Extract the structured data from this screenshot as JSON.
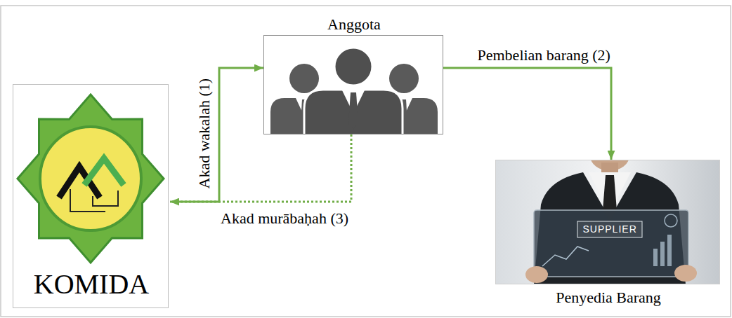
{
  "diagram": {
    "nodes": [
      {
        "text": [
          "KOMIDA"
        ]
      },
      {
        "text": [
          "Anggota"
        ]
      },
      {
        "text": [
          "Penyedia Barang"
        ]
      }
    ],
    "edges": [
      {
        "from": 0,
        "to": 1,
        "arrow": "to",
        "label": "Akad wakalah (1)"
      },
      {
        "from": 1,
        "to": 2,
        "arrow": "to",
        "label": "Pembelian barang (2)"
      },
      {
        "from": 1,
        "to": 0,
        "arrow": "to",
        "label": "Akad murābaḥah (3)"
      }
    ],
    "labels": [
      "SUPPLIER"
    ]
  }
}
